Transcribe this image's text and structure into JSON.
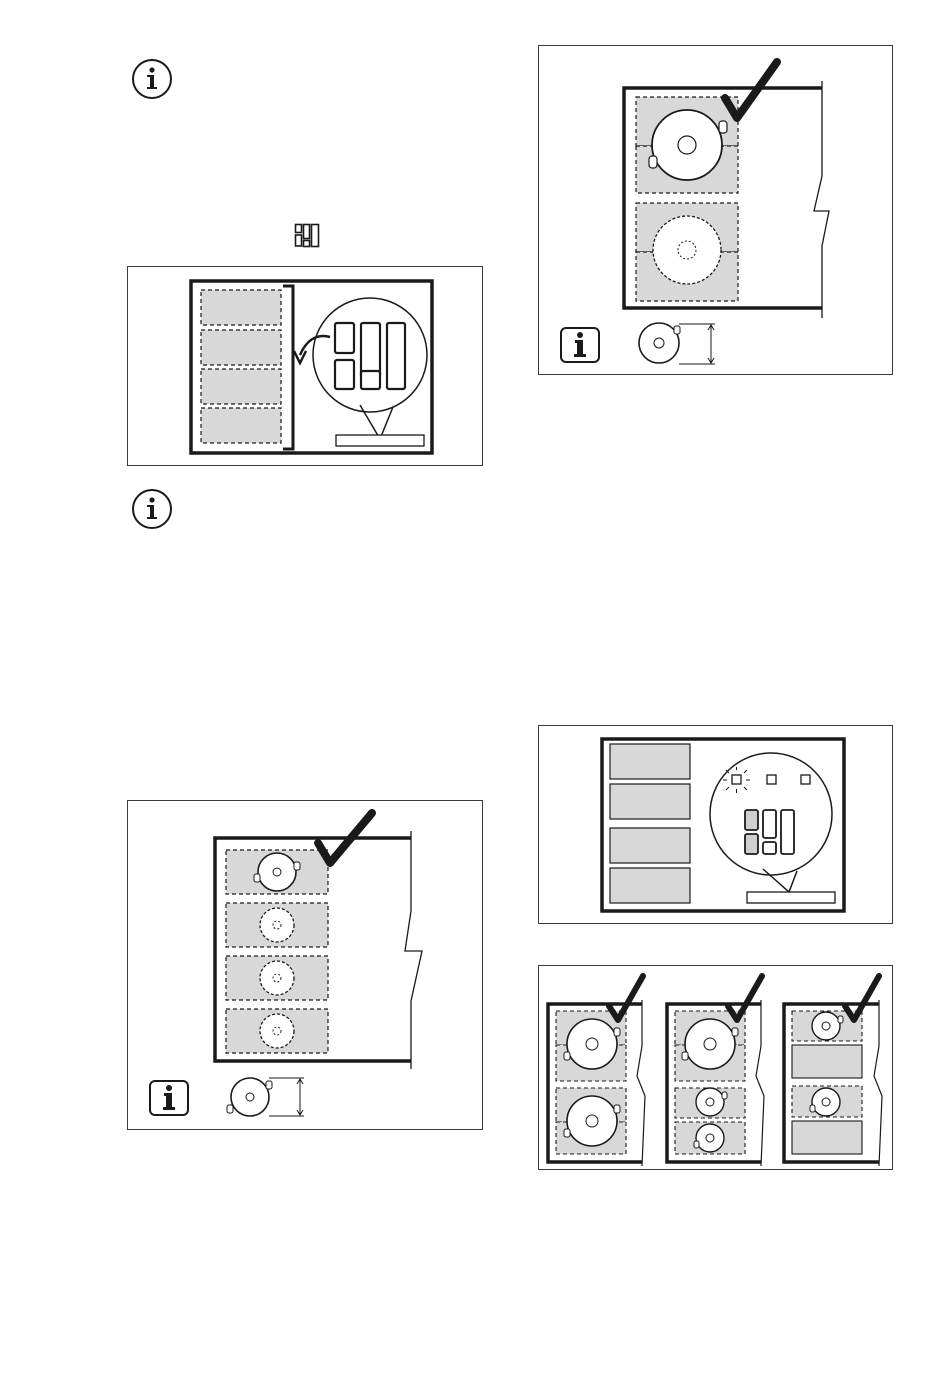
{
  "page": {
    "background": "#ffffff",
    "line_color": "#1a1a1a",
    "zone_fill": "#d8d8d8"
  },
  "icons": {
    "info_icon_1": "info-circle-icon",
    "inline_display_icon": "control-panel-display-icon",
    "info_icon_2": "info-circle-icon",
    "info_box_icon": "info-box-icon"
  },
  "figures": [
    {
      "id": "fig-a",
      "description_icon": "bridge-zones-display-illustration"
    },
    {
      "id": "fig-b",
      "description_icon": "large-pan-two-zones-illustration"
    },
    {
      "id": "fig-c",
      "description_icon": "pan-detection-four-zones-illustration"
    },
    {
      "id": "fig-d",
      "description_icon": "zone-indicator-display-illustration"
    },
    {
      "id": "fig-e",
      "description_icon": "pan-placement-examples-illustration"
    }
  ]
}
